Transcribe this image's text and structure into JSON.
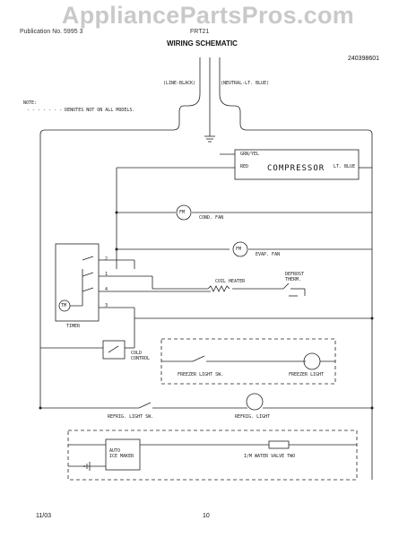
{
  "watermark": "AppliancePartsPros.com",
  "header": {
    "left_text": "Publication No. 5995 3",
    "model_text": "FRT21",
    "title": "WIRING SCHEMATIC",
    "part_number": "240398601"
  },
  "supply": {
    "line_label": "(LINE-BLACK)",
    "neutral_label": "(NEUTRAL-LT. BLUE)"
  },
  "note": {
    "heading": "NOTE:",
    "text": "- - - - - - - DENOTES NOT ON ALL MODELS."
  },
  "compressor": {
    "ground_label": "GRN/YEL",
    "red_label": "RED",
    "name": "COMPRESSOR",
    "blue_label": "LT. BLUE"
  },
  "components": {
    "cond_fan_symbol": "FM",
    "cond_fan": "COND. FAN",
    "evap_fan_symbol": "FM",
    "evap_fan": "EVAP. FAN",
    "coil_heater": "COIL HEATER",
    "defrost_therm": "DEFROST\nTHERM.",
    "timer_motor": "TM",
    "timer": "TIMER",
    "cold_control": "COLD\nCONTROL",
    "freezer_light_sw": "FREEZER LIGHT SW.",
    "freezer_light": "FREEZER LIGHT",
    "refrig_light_sw": "REFRIG. LIGHT SW.",
    "refrig_light": "REFRIG. LIGHT",
    "auto_ice_maker": "AUTO\nICE MAKER",
    "water_valve": "I/M WATER VALVE TWO"
  },
  "terminals": [
    "2",
    "1",
    "4",
    "3"
  ],
  "footer": {
    "date": "11/03",
    "page": "10"
  }
}
